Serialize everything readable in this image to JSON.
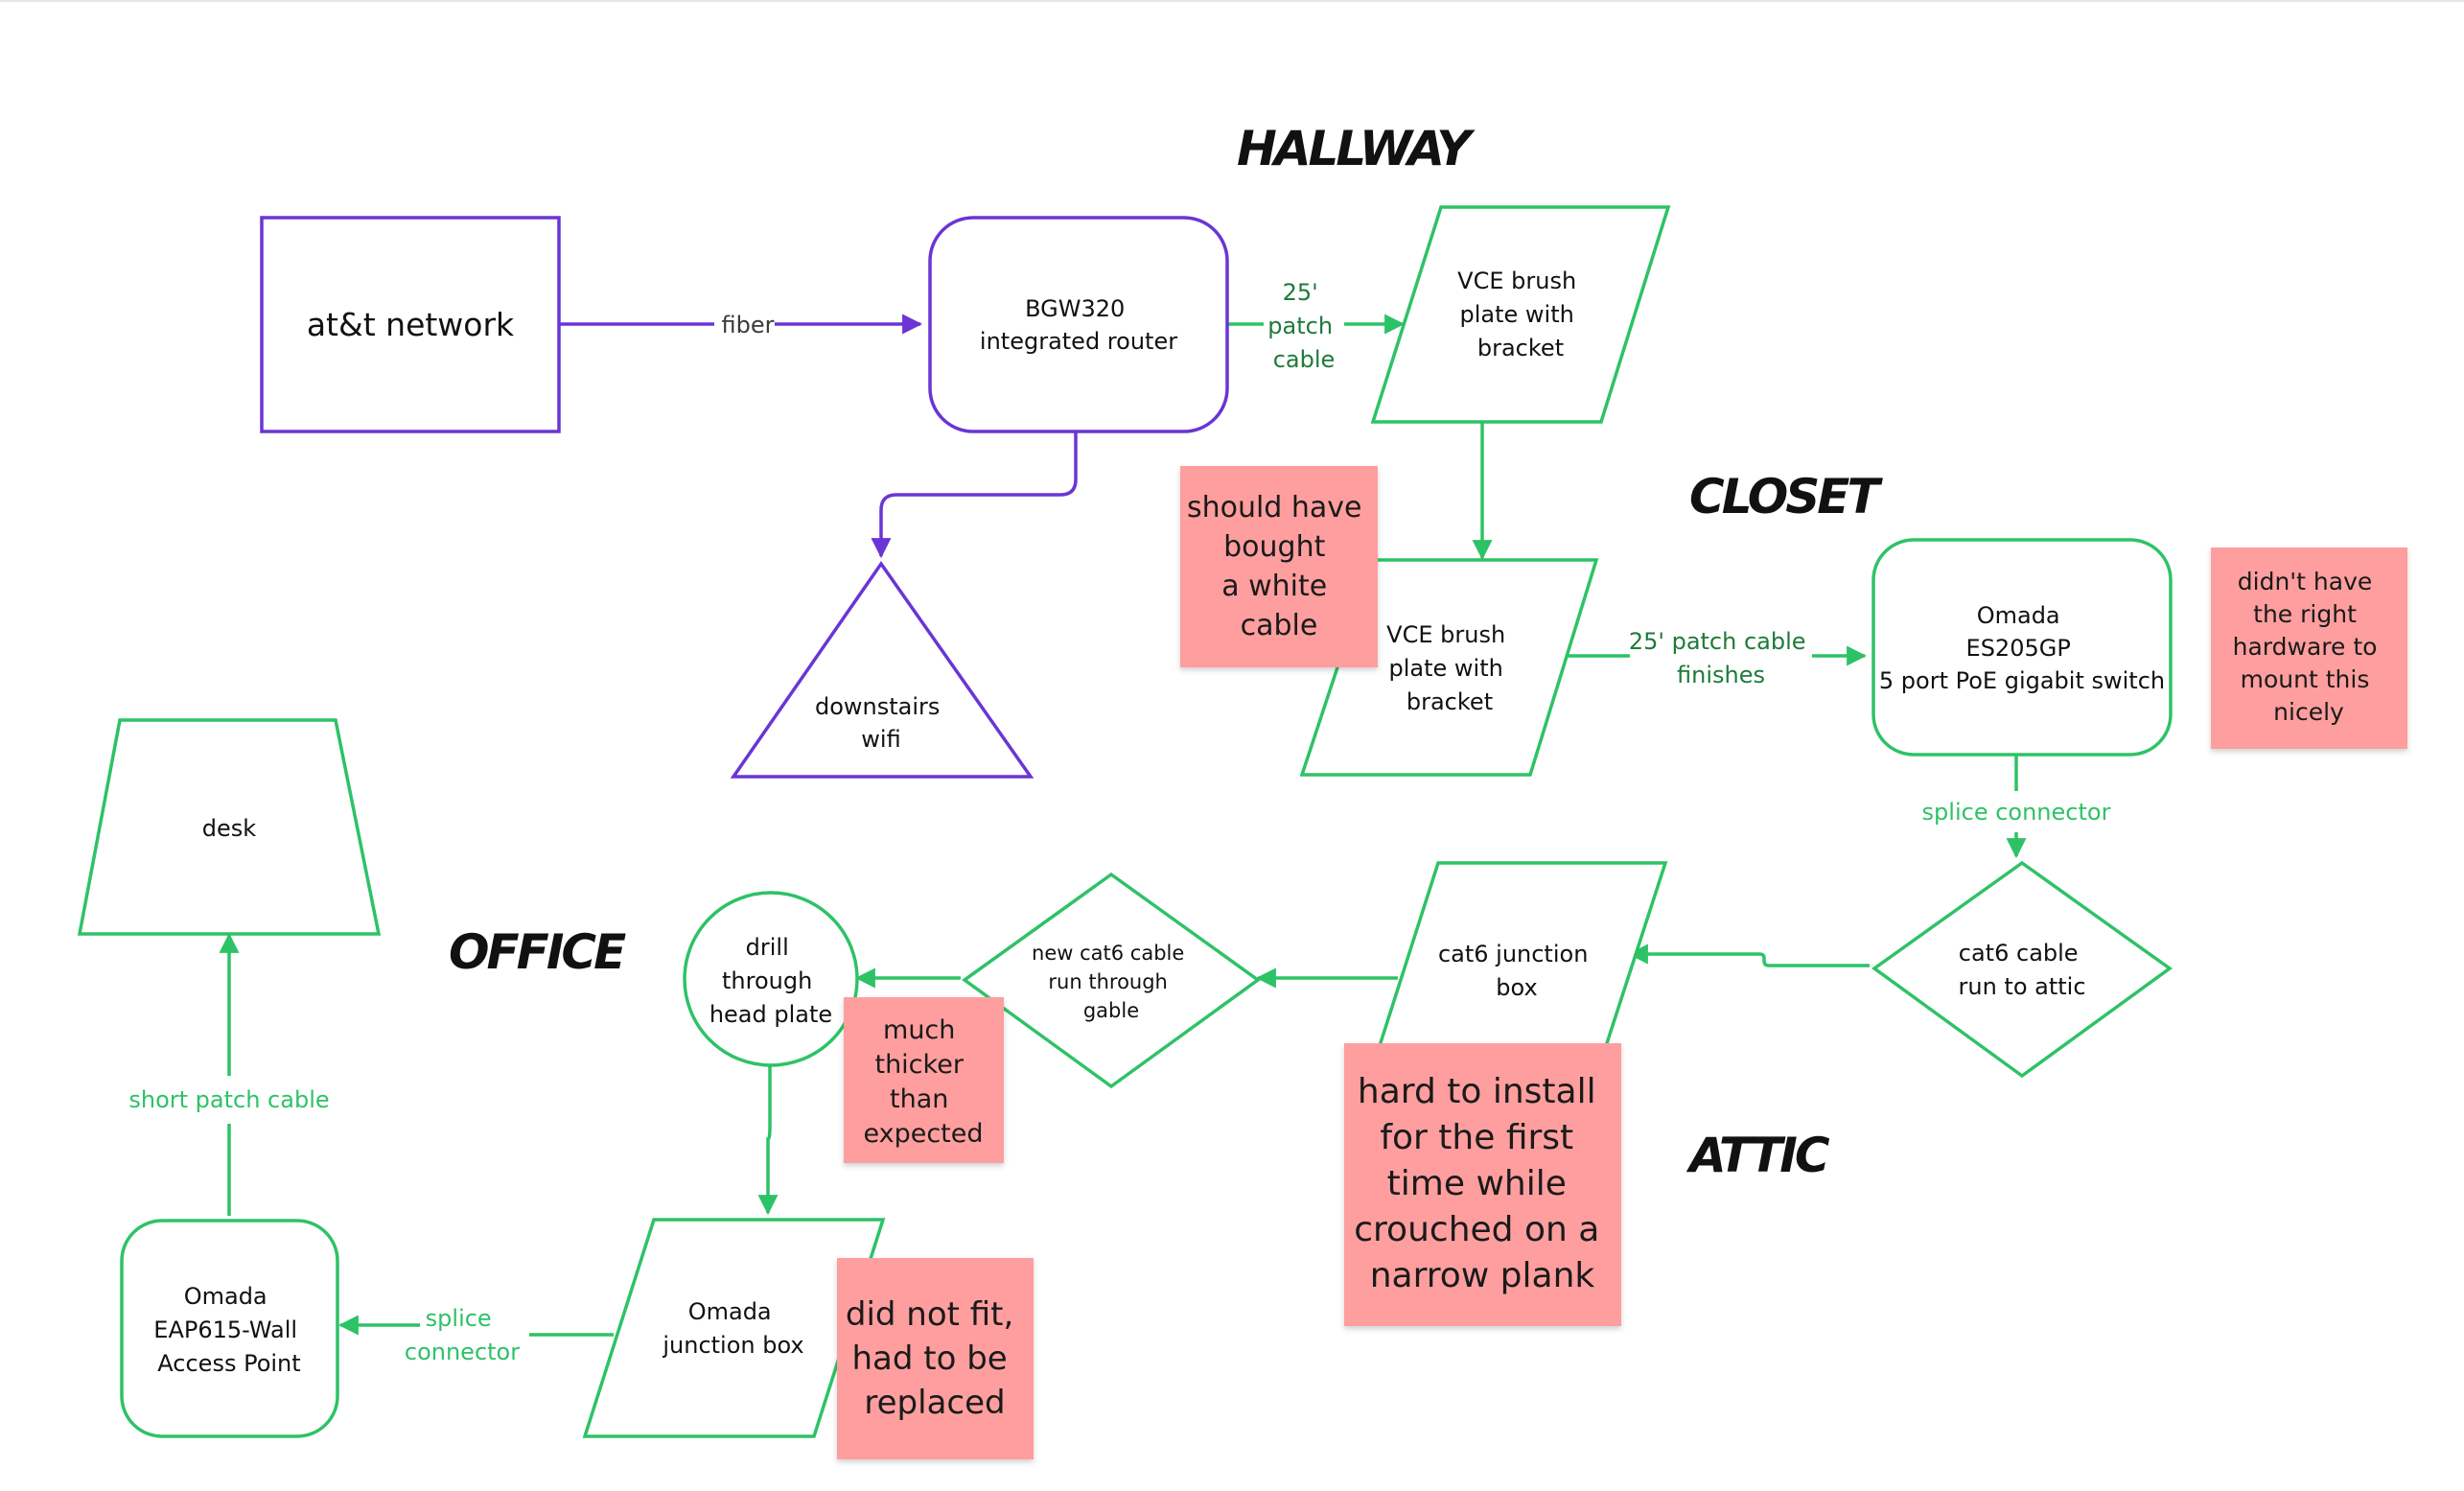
{
  "regions": {
    "hallway": "HALLWAY",
    "closet": "CLOSET",
    "office": "OFFICE",
    "attic": "ATTIC"
  },
  "colors": {
    "purple": "#6a35d4",
    "green": "#2ec267",
    "dark_green": "#1f7a3a",
    "sticky": "#ff9e9e"
  },
  "nodes": {
    "att_network": [
      "at&t network"
    ],
    "bgw320": [
      "BGW320",
      "integrated router"
    ],
    "downstairs_wifi": [
      "downstairs",
      "wifi"
    ],
    "vce_brush_plate_hallway": [
      "VCE brush",
      "plate with",
      "bracket"
    ],
    "vce_brush_plate_closet": [
      "VCE brush",
      "plate with",
      "bracket"
    ],
    "omada_switch": [
      "Omada",
      "ES205GP",
      "5 port PoE gigabit switch"
    ],
    "cat6_run_to_attic": [
      "cat6 cable",
      "run to attic"
    ],
    "cat6_junction_box": [
      "cat6 junction",
      "box"
    ],
    "new_cat6_gable": [
      "new cat6 cable",
      "run through",
      "gable"
    ],
    "drill_head_plate": [
      "drill",
      "through",
      "head plate"
    ],
    "omada_junction_box": [
      "Omada",
      "junction box"
    ],
    "omada_eap615": [
      "Omada",
      "EAP615-Wall",
      "Access Point"
    ],
    "desk": [
      "desk"
    ]
  },
  "edges": {
    "fiber": [
      "fiber"
    ],
    "patch_25": [
      "25'",
      "patch",
      "cable"
    ],
    "patch_25_finishes": [
      "25' patch cable",
      "finishes"
    ],
    "splice_connector_switch": [
      "splice connector"
    ],
    "splice_connector_office": [
      "splice",
      "connector"
    ],
    "short_patch_cable": [
      "short patch cable"
    ]
  },
  "stickies": {
    "white_cable": [
      "should have",
      "bought",
      "a white",
      "cable"
    ],
    "hardware_mount": [
      "didn't have",
      "the right",
      "hardware to",
      "mount this",
      "nicely"
    ],
    "hard_to_install": [
      "hard to install",
      "for the first",
      "time while",
      "crouched on a",
      "narrow plank"
    ],
    "much_thicker": [
      "much",
      "thicker",
      "than",
      "expected"
    ],
    "did_not_fit": [
      "did not fit,",
      "had to be",
      "replaced"
    ]
  }
}
